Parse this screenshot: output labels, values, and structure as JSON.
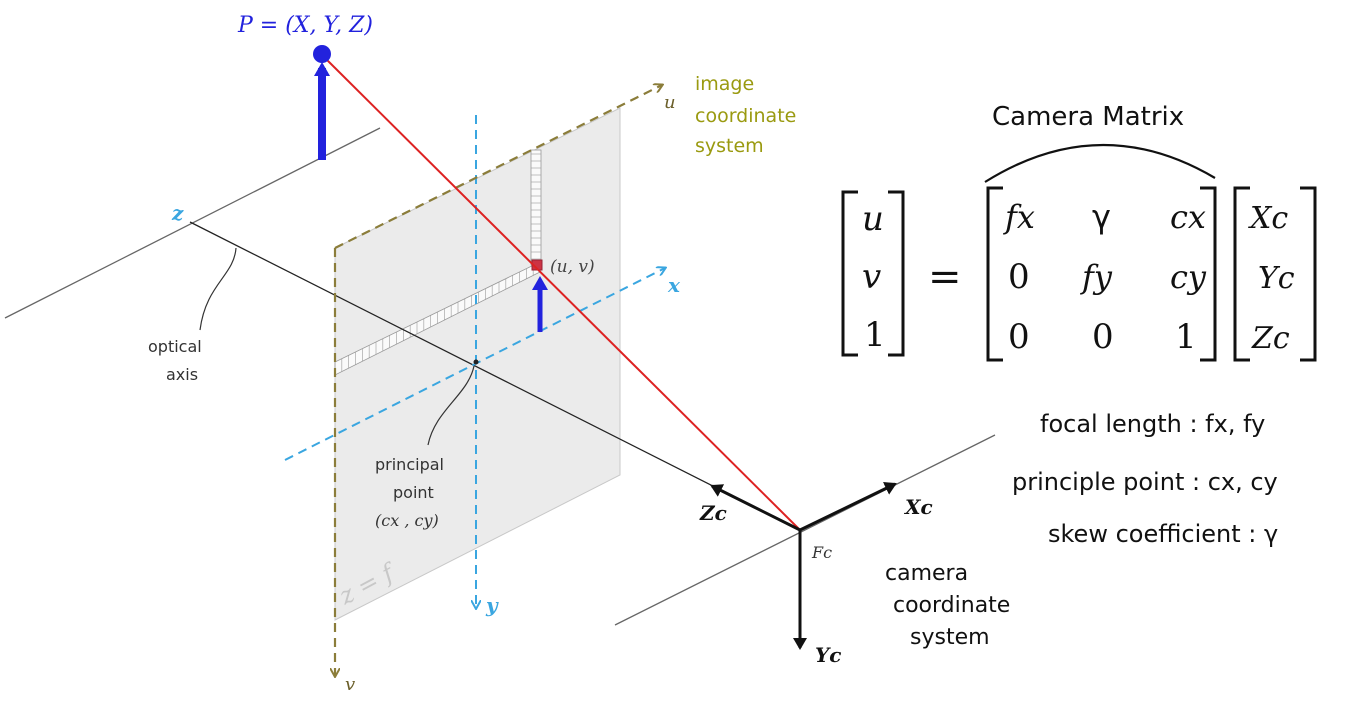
{
  "point": {
    "label": "P = (X, Y, Z)"
  },
  "image_system": {
    "axis_u": "u",
    "axis_v": "v",
    "caption_1": "image",
    "caption_2": "coordinate",
    "caption_3": "system",
    "plane_label": "z = f",
    "projection": "(u, v)"
  },
  "camera_system": {
    "axis_x": "x",
    "axis_y": "y",
    "axis_z": "z",
    "origin": "Fc",
    "Xc": "Xc",
    "Yc": "Yc",
    "Zc": "Zc",
    "caption_1": "camera",
    "caption_2": "coordinate",
    "caption_3": "system"
  },
  "labels": {
    "optical_1": "optical",
    "optical_2": "axis",
    "principal_1": "principal",
    "principal_2": "point",
    "principal_3": "(cx , cy)"
  },
  "matrix": {
    "title": "Camera Matrix",
    "lhs": [
      "u",
      "v",
      "1"
    ],
    "equals": "=",
    "K": [
      [
        "fx",
        "γ",
        "cx"
      ],
      [
        "0",
        "fy",
        "cy"
      ],
      [
        "0",
        "0",
        "1"
      ]
    ],
    "rhs": [
      "Xc",
      "Yc",
      "Zc"
    ]
  },
  "legend": {
    "focal": "focal length : fx, fy",
    "principle": "principle point : cx, cy",
    "skew": "skew coefficient : γ"
  },
  "colors": {
    "blue": "#2222dd",
    "red": "#dd2222",
    "olive": "#8b7d3a",
    "cyan": "#3aa6e0",
    "caption_olive": "#9a9a10"
  }
}
